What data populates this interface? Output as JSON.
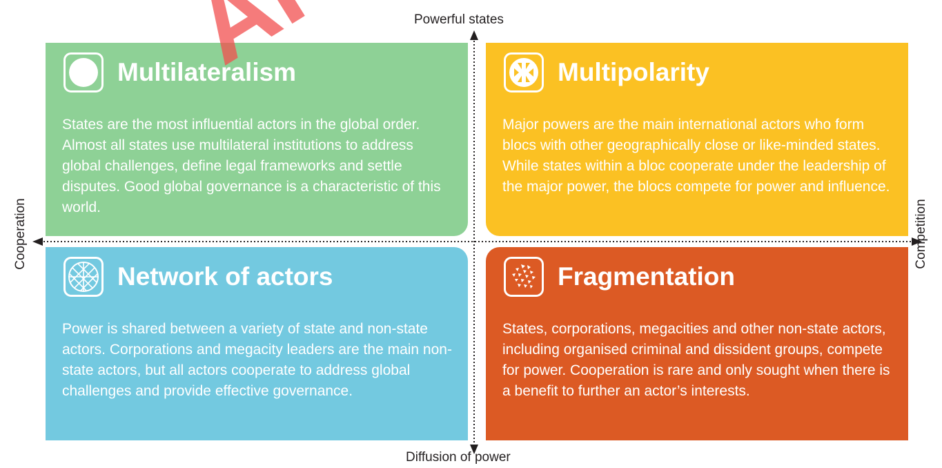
{
  "axes": {
    "top": "Powerful states",
    "bottom": "Diffusion of power",
    "left": "Cooperation",
    "right": "Competition"
  },
  "quadrants": {
    "multilateralism": {
      "title": "Multilateralism",
      "body": "States are the most influential actors in the global order.  Almost all states use multilateral institutions to address global challenges, define legal frameworks and settle disputes.  Good global governance is a characteristic of this world.",
      "color": "#8ed196",
      "icon": "circle-icon"
    },
    "multipolarity": {
      "title": "Multipolarity",
      "body": "Major powers are the main international actors who form blocs with other geographically close or like-minded states.  While states within a bloc cooperate under the leadership of the major power, the blocs compete for power and influence.",
      "color": "#fbc123",
      "icon": "poles-icon"
    },
    "network": {
      "title": "Network of actors",
      "body": "Power is shared between a variety of state and non-state actors.  Corporations and megacity leaders are the main non-state actors, but all actors cooperate to address global challenges and provide effective governance.",
      "color": "#73c9e0",
      "icon": "mesh-sphere-icon"
    },
    "fragmentation": {
      "title": "Fragmentation",
      "body": "States, corporations, megacities and other non-state actors, including organised criminal and dissident groups, compete for power. Cooperation is rare and only sought when there is a benefit to further an actor’s interests.",
      "color": "#dc5a24",
      "icon": "fragments-icon"
    }
  },
  "watermark": "AR"
}
